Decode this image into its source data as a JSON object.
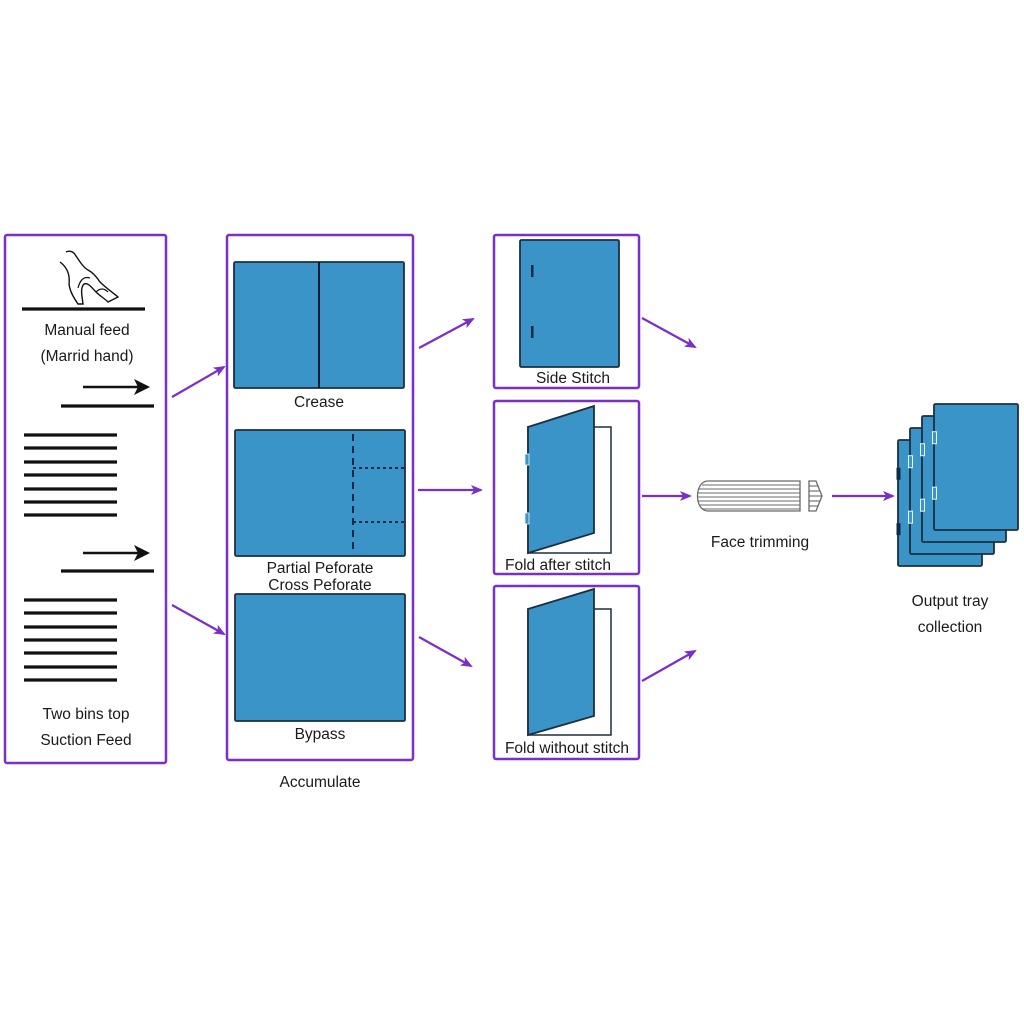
{
  "diagram": {
    "title": "Booklet finishing workflow",
    "colors": {
      "panel_border": "#7a2fc9",
      "flow_arrow": "#7a2fc9",
      "paper_fill": "#3a94c8",
      "paper_outline": "#1d2f3f"
    },
    "feed_panel": {
      "manual_label_line1": "Manual feed",
      "manual_label_line2": "(Marrid hand)",
      "suction_label_line1": "Two bins top",
      "suction_label_line2": "Suction Feed"
    },
    "accumulate_panel": {
      "caption": "Accumulate",
      "options": [
        {
          "label": "Crease"
        },
        {
          "label_line1": "Partial Peforate",
          "label_line2": "Cross Peforate"
        },
        {
          "label": "Bypass"
        }
      ]
    },
    "binding_options": [
      {
        "label": "Side Stitch"
      },
      {
        "label": "Fold after stitch"
      },
      {
        "label": "Fold without stitch"
      }
    ],
    "trimming": {
      "label": "Face trimming"
    },
    "output": {
      "label_line1": "Output tray",
      "label_line2": "collection",
      "stack_count": 4
    }
  }
}
